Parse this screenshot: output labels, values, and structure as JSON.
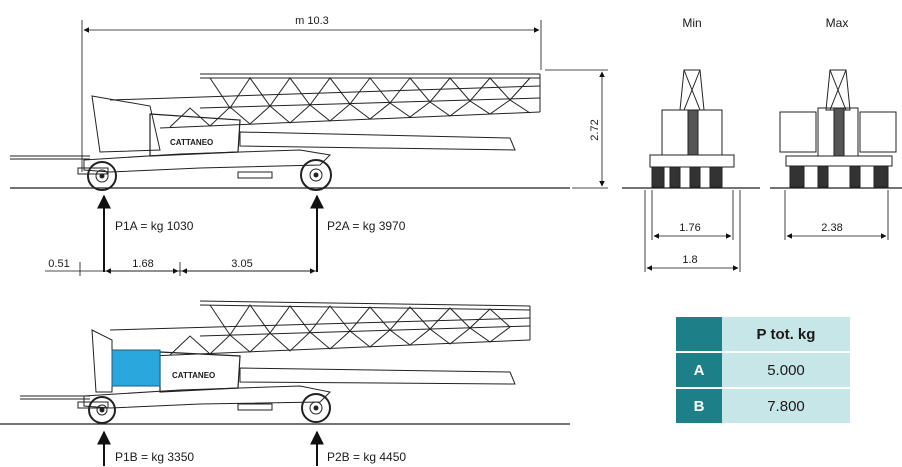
{
  "top_view": {
    "total_length": "m 10.3",
    "height": "2.72",
    "load_front": "P1A = kg 1030",
    "load_rear": "P2A = kg 3970",
    "dim_overhang": "0.51",
    "dim_mid": "1.68",
    "dim_wheelbase": "3.05",
    "brand": "CATTANEO"
  },
  "front_views": {
    "min_label": "Min",
    "max_label": "Max",
    "min_track_inner": "1.76",
    "min_track_outer": "1.8",
    "max_track": "2.38"
  },
  "bottom_view": {
    "load_front": "P1B = kg 3350",
    "load_rear": "P2B = kg 4450",
    "brand": "CATTANEO",
    "ballast_color": "#2aa7dc"
  },
  "weight_table": {
    "header": "P tot. kg",
    "rows": [
      {
        "key": "A",
        "value": "5.000"
      },
      {
        "key": "B",
        "value": "7.800"
      }
    ]
  },
  "colors": {
    "table_dark": "#1d7f88",
    "table_light": "#c7e6e8"
  }
}
